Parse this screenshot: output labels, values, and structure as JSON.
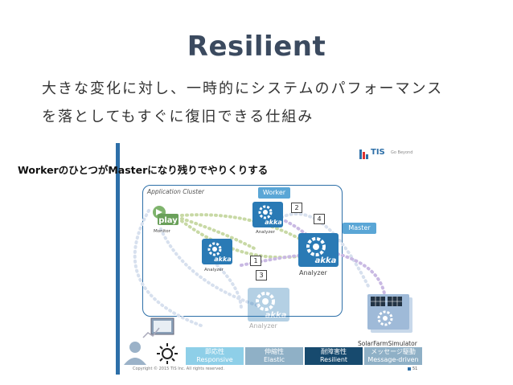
{
  "slide": {
    "title": "Resilient",
    "subtitle_lines": [
      "大きな変化に対し、一時的にシステムのパフォーマンス",
      "を落としてもすぐに復旧できる仕組み"
    ]
  },
  "embedded": {
    "heading": "WorkerのひとつがMasterになり残りでやりくりする",
    "cluster_label": "Application Cluster",
    "logo_text": "TIS",
    "logo_sub": "Go Beyond",
    "callouts": {
      "worker": "Worker",
      "master": "Master"
    },
    "numbers": [
      "2",
      "4",
      "1",
      "3"
    ],
    "nodes": {
      "monitor": "Monitor",
      "analyzer_top": "Analyzer",
      "analyzer_left": "Analyzer",
      "analyzer_master": "Analyzer",
      "analyzer_failed": "Analyzer",
      "solar": "SolarFarmSimulator"
    },
    "tabs": [
      {
        "jp": "即応性",
        "en": "Responsive",
        "active": false,
        "color": "#8ecfe8"
      },
      {
        "jp": "伸縮性",
        "en": "Elastic",
        "active": false,
        "color": "#8fb0c6"
      },
      {
        "jp": "耐障害性",
        "en": "Resilient",
        "active": true,
        "color": "#174a6e"
      },
      {
        "jp": "メッセージ駆動",
        "en": "Message-driven",
        "active": false,
        "color": "#8fb0c6"
      }
    ],
    "copyright": "Copyright © 2015 TIS Inc. All rights reserved.",
    "page": "51",
    "colors": {
      "accent": "#2d6fa8",
      "akka": "#2a7ab5",
      "play": "#6aa05a"
    }
  }
}
